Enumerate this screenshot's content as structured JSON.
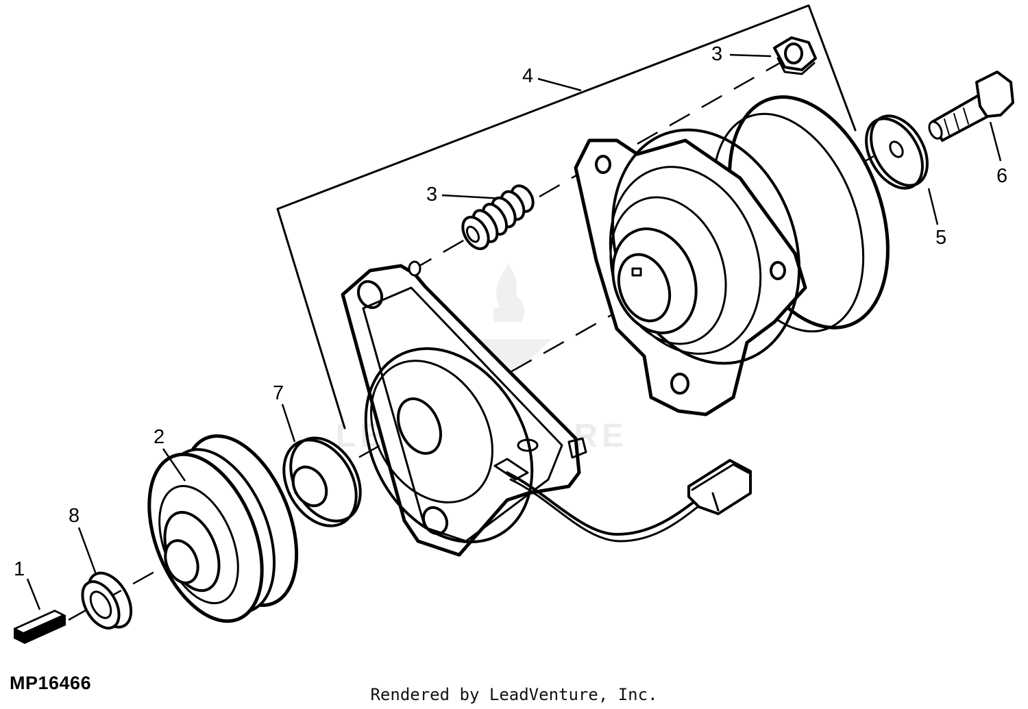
{
  "callouts": {
    "c1": "1",
    "c2": "2",
    "c3_top": "3",
    "c3_mid": "3",
    "c4": "4",
    "c5": "5",
    "c6": "6",
    "c7": "7",
    "c8": "8"
  },
  "figure_id": "MP16466",
  "credit": "Rendered by LeadVenture, Inc.",
  "watermark": "LEADVENTURE",
  "colors": {
    "ink": "#000000",
    "background": "#ffffff"
  }
}
